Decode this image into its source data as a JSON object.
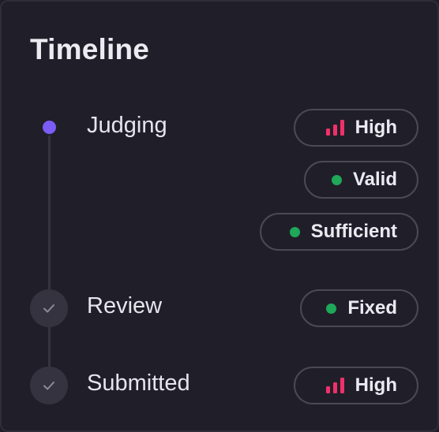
{
  "timeline": {
    "title": "Timeline",
    "steps": [
      {
        "label": "Judging",
        "status": "active",
        "badges": [
          {
            "label": "High",
            "icon": "severity-bars-icon"
          },
          {
            "label": "Valid",
            "icon": "status-dot-icon"
          },
          {
            "label": "Sufficient",
            "icon": "status-dot-icon"
          }
        ]
      },
      {
        "label": "Review",
        "status": "completed",
        "badges": [
          {
            "label": "Fixed",
            "icon": "status-dot-icon"
          }
        ]
      },
      {
        "label": "Submitted",
        "status": "completed",
        "badges": [
          {
            "label": "High",
            "icon": "severity-bars-icon"
          }
        ]
      }
    ]
  },
  "colors": {
    "background": "#201f29",
    "active_dot": "#7b5cf6",
    "severity_high": "#f0306a",
    "status_green": "#1fa85a",
    "pill_border": "#4a4956"
  }
}
